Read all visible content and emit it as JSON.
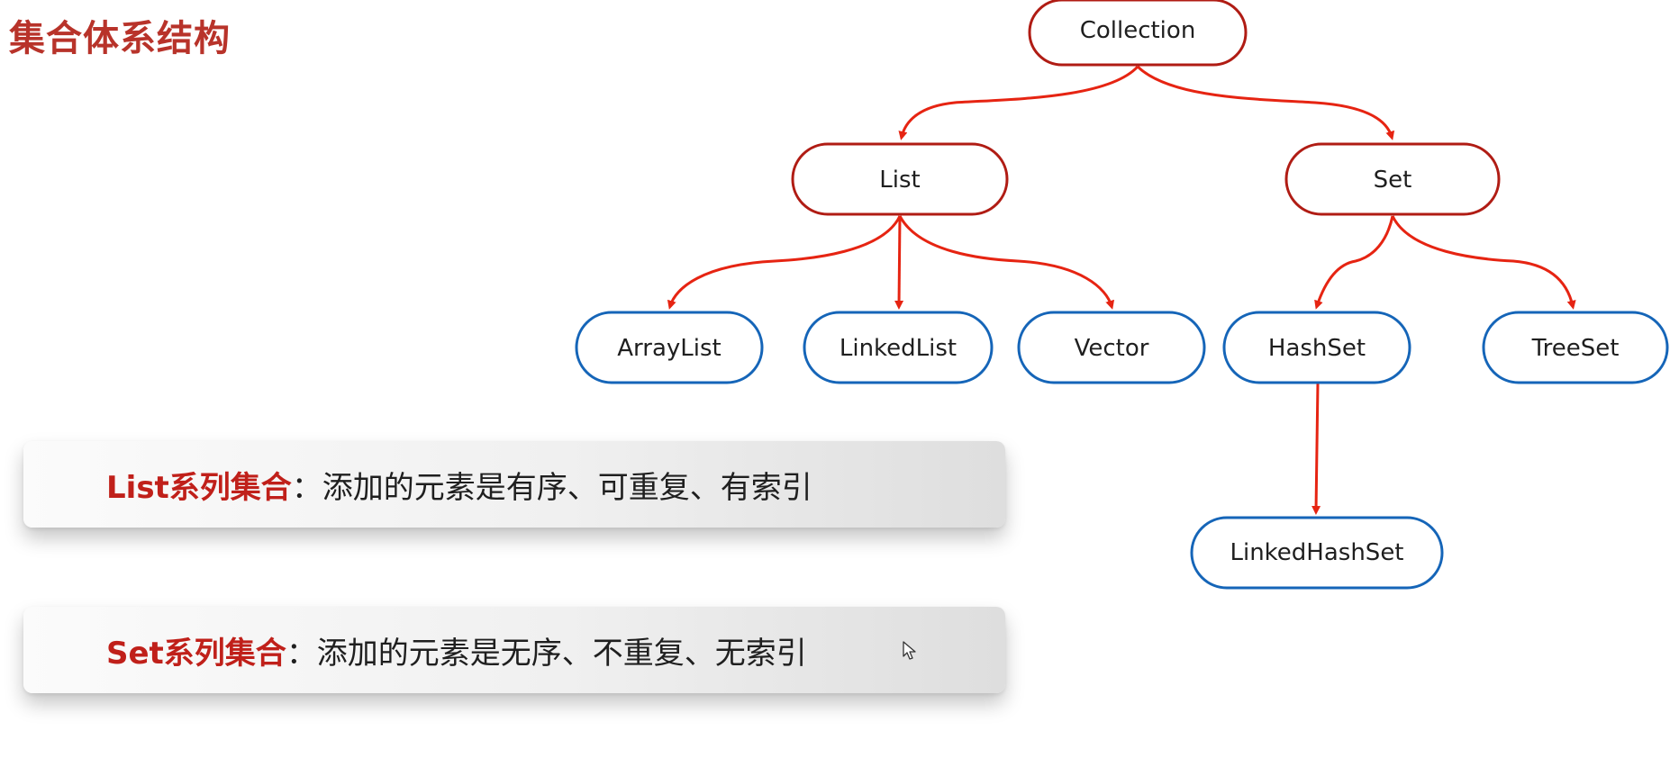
{
  "title": "集合体系结构",
  "colors": {
    "title": "#b8332a",
    "parent_node_border": "#b01c14",
    "child_node_border": "#1565b8",
    "arrow": "#e62412",
    "keyword": "#c0201a"
  },
  "tree": {
    "root": "Collection",
    "interfaces": [
      "List",
      "Set"
    ],
    "list_impls": [
      "ArrayList",
      "LinkedList",
      "Vector"
    ],
    "set_impls": [
      "HashSet",
      "TreeSet"
    ],
    "hashset_sub": "LinkedHashSet",
    "edges": [
      [
        "Collection",
        "List"
      ],
      [
        "Collection",
        "Set"
      ],
      [
        "List",
        "ArrayList"
      ],
      [
        "List",
        "LinkedList"
      ],
      [
        "List",
        "Vector"
      ],
      [
        "Set",
        "HashSet"
      ],
      [
        "Set",
        "TreeSet"
      ],
      [
        "HashSet",
        "LinkedHashSet"
      ]
    ]
  },
  "cards": {
    "list": {
      "keyword": "List系列集合",
      "text": "：添加的元素是有序、可重复、有索引"
    },
    "set": {
      "keyword": "Set系列集合",
      "text": "：添加的元素是无序、不重复、无索引"
    }
  }
}
